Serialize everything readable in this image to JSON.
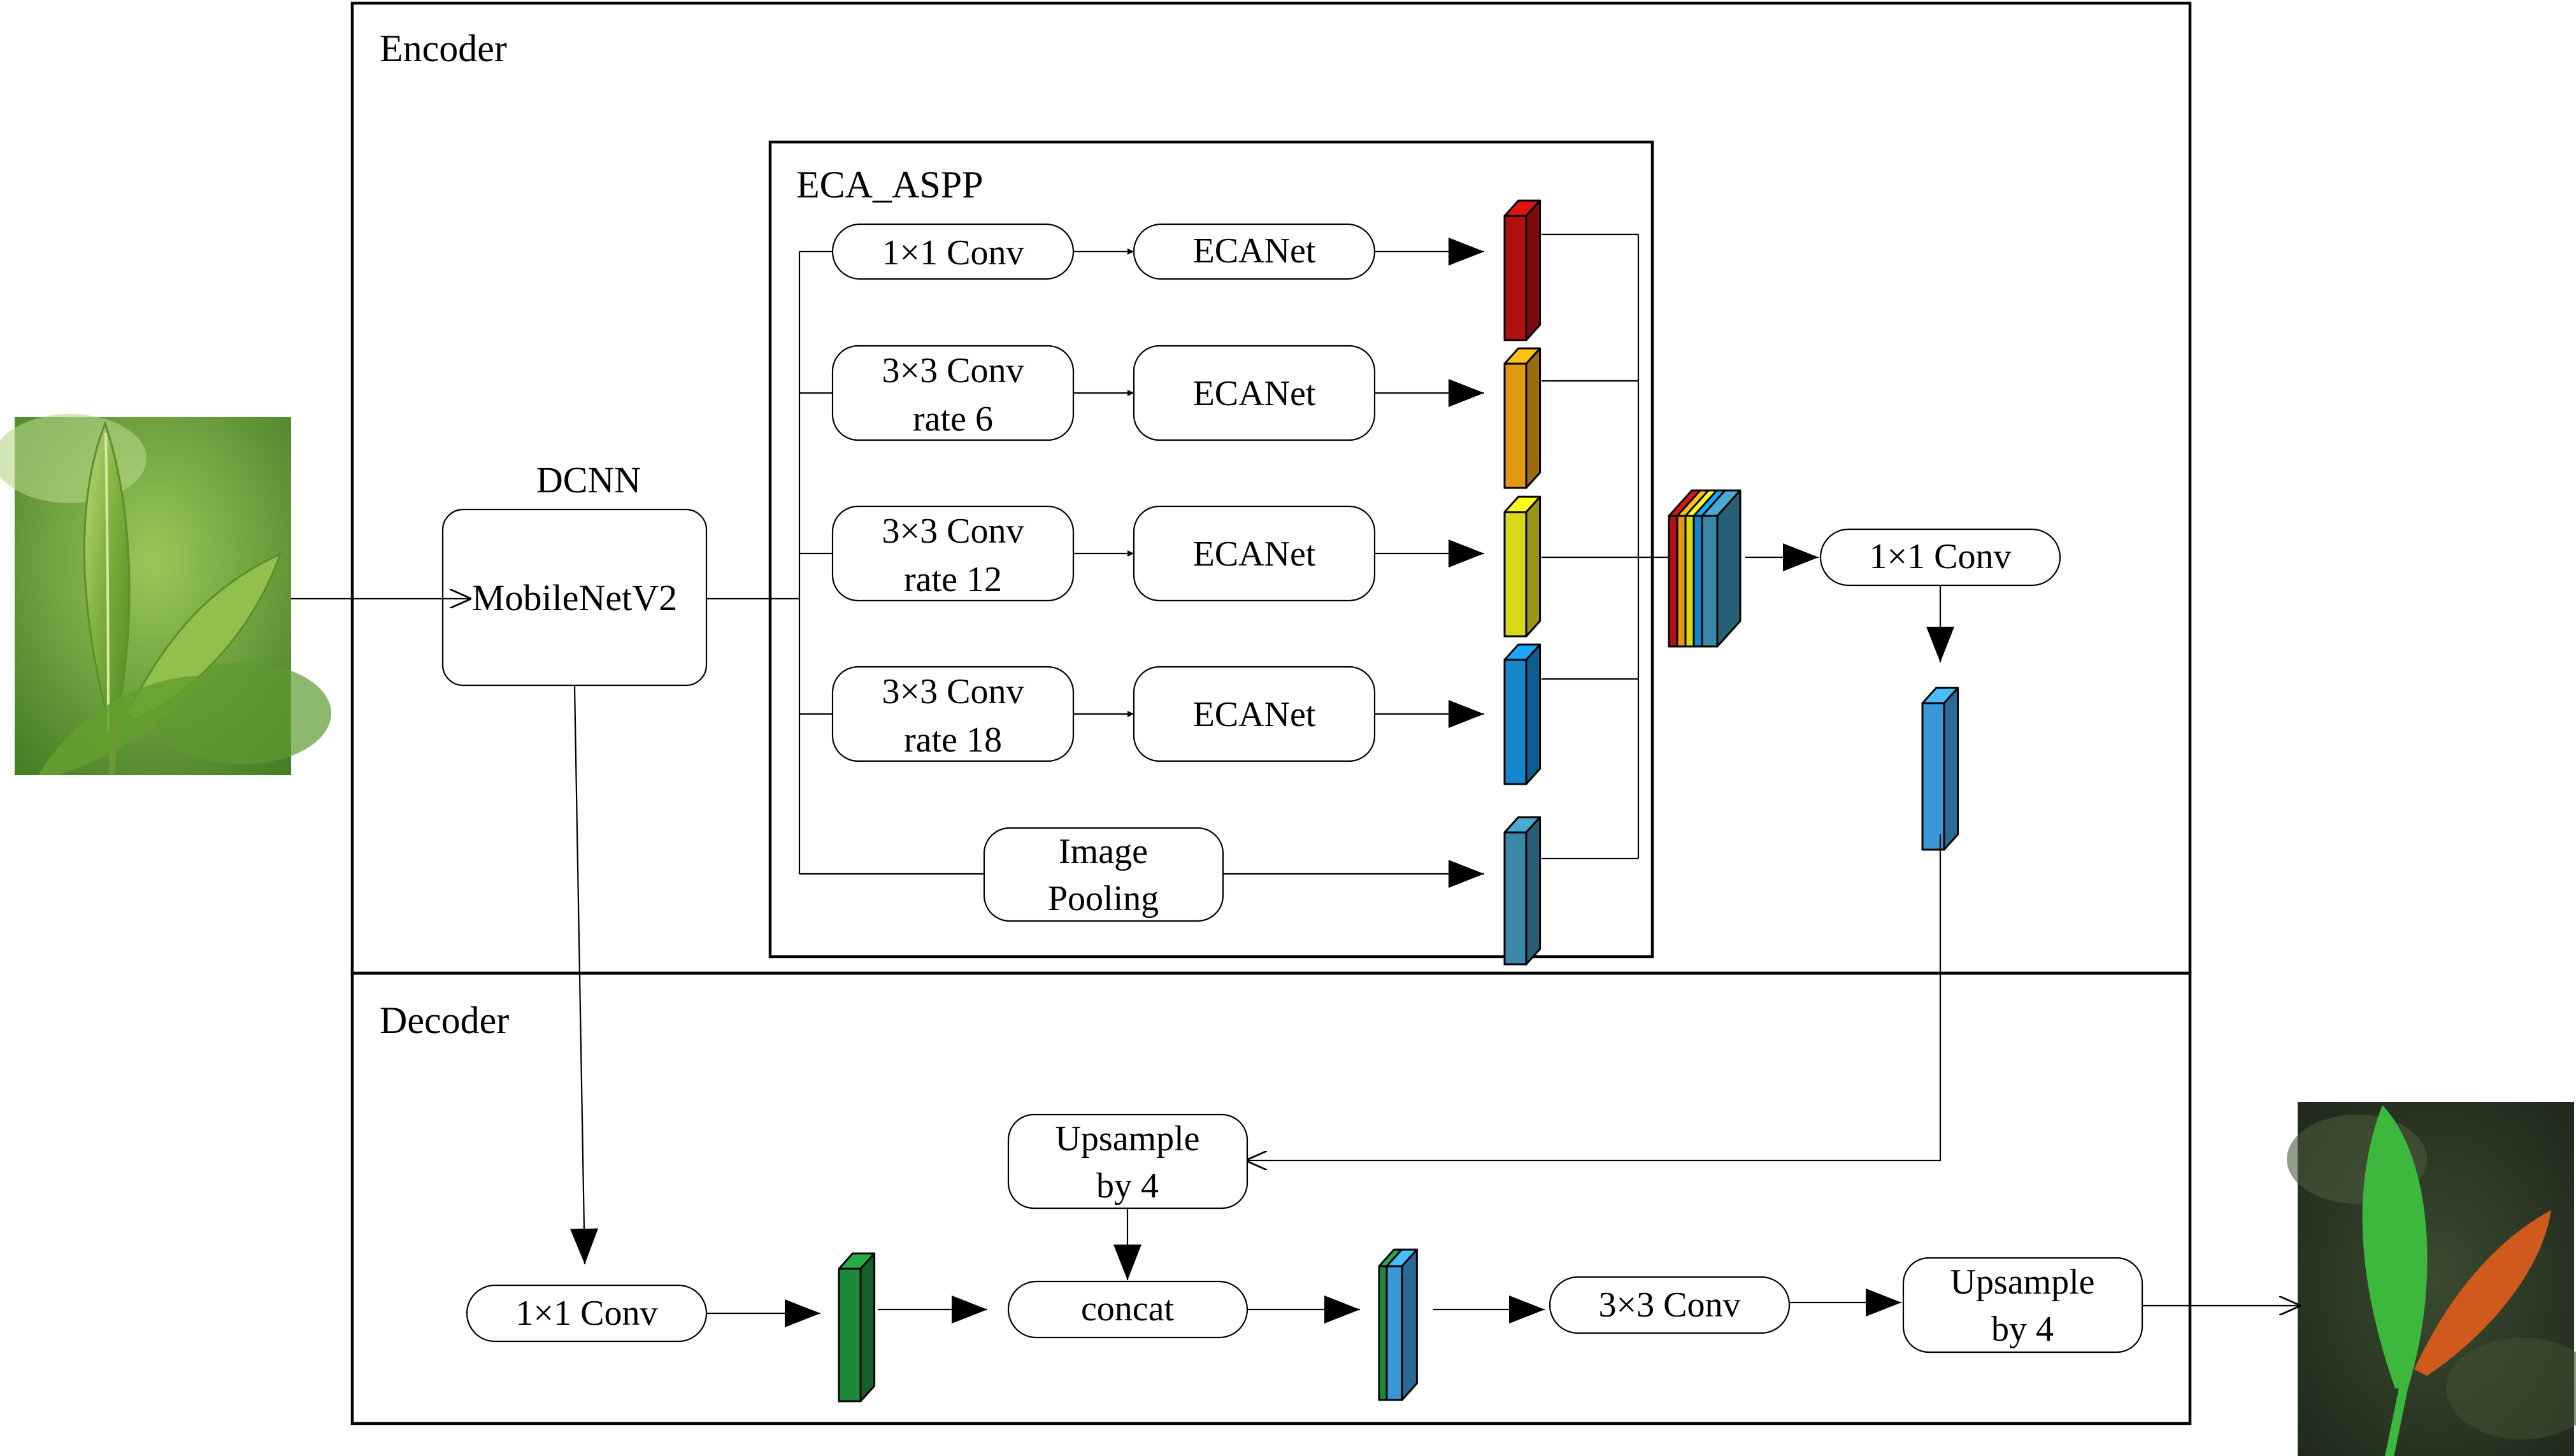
{
  "encoder": {
    "label": "Encoder"
  },
  "decoder": {
    "label": "Decoder"
  },
  "eca_aspp": {
    "label": "ECA_ASPP"
  },
  "dcnn": {
    "label": "DCNN",
    "block": "MobileNetV2"
  },
  "branches": [
    {
      "conv_line1": "1×1 Conv",
      "conv_line2": "",
      "attention": "ECANet",
      "feature_color": "#b11010"
    },
    {
      "conv_line1": "3×3 Conv",
      "conv_line2": "rate 6",
      "attention": "ECANet",
      "feature_color": "#e09a12"
    },
    {
      "conv_line1": "3×3 Conv",
      "conv_line2": "rate 12",
      "attention": "ECANet",
      "feature_color": "#d8d818"
    },
    {
      "conv_line1": "3×3 Conv",
      "conv_line2": "rate 18",
      "attention": "ECANet",
      "feature_color": "#1386cc"
    }
  ],
  "image_pooling": {
    "line1": "Image",
    "line2": "Pooling",
    "feature_color": "#3a88a8"
  },
  "encoder_output": {
    "conv": "1×1 Conv",
    "feature_color": "#3a98d8"
  },
  "decoder_blocks": {
    "low_level_conv": "1×1 Conv",
    "low_level_feature_color": "#1d8a3a",
    "upsample_a_line1": "Upsample",
    "upsample_a_line2": "by 4",
    "concat": "concat",
    "final_conv": "3×3 Conv",
    "upsample_b_line1": "Upsample",
    "upsample_b_line2": "by 4"
  },
  "colors": {
    "input_leaf": "#7cae3a",
    "mask_leaf": "#3cb83c",
    "mask_bud": "#d05a1e",
    "mask_background": "#2a3524"
  }
}
